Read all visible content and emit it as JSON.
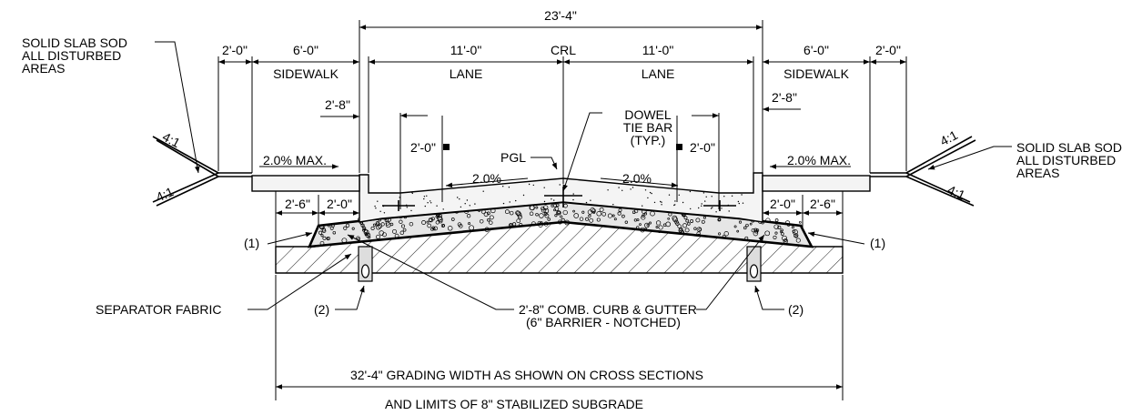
{
  "dimensions": {
    "overall_width": "23'-4\"",
    "lane_width_left": "11'-0\"",
    "lane_width_right": "11'-0\"",
    "sidewalk_width_left": "6'-0\"",
    "sidewalk_width_right": "6'-0\"",
    "buffer_left": "2'-0\"",
    "buffer_right": "2'-0\"",
    "gutter_left": "2'-8\"",
    "gutter_right": "2'-8\"",
    "dowel_offset_left": "2'-0\"",
    "dowel_offset_right": "2'-0\"",
    "base_ext_outer_left": "2'-6\"",
    "base_ext_inner_left": "2'-0\"",
    "base_ext_inner_right": "2'-0\"",
    "base_ext_outer_right": "2'-6\""
  },
  "labels": {
    "crl": "CRL",
    "lane_left": "LANE",
    "lane_right": "LANE",
    "sidewalk_left": "SIDEWALK",
    "sidewalk_right": "SIDEWALK",
    "pgl": "PGL",
    "dowel_line1": "DOWEL",
    "dowel_line2": "TIE BAR",
    "dowel_line3": "(TYP.)",
    "sod_left_1": "SOLID SLAB SOD",
    "sod_left_2": "ALL DISTURBED",
    "sod_left_3": "AREAS",
    "sod_right_1": "SOLID SLAB SOD",
    "sod_right_2": "ALL DISTURBED",
    "sod_right_3": "AREAS",
    "slope_left_upper": "4:1",
    "slope_left_lower": "4:1",
    "slope_right_upper": "4:1",
    "slope_right_lower": "4:1",
    "walk_slope_left": "2.0% MAX.",
    "walk_slope_right": "2.0% MAX.",
    "pave_slope_left": "2.0%",
    "pave_slope_right": "2.0%",
    "note1_left": "(1)",
    "note1_right": "(1)",
    "note2_left": "(2)",
    "note2_right": "(2)",
    "separator_fabric": "SEPARATOR FABRIC",
    "curb_line1": "2'-8\" COMB. CURB & GUTTER",
    "curb_line2": "(6\" BARRIER - NOTCHED)",
    "grading_width": "32'-4\" GRADING WIDTH AS SHOWN ON CROSS SECTIONS",
    "subgrade": "AND LIMITS OF 8\" STABILIZED SUBGRADE"
  }
}
